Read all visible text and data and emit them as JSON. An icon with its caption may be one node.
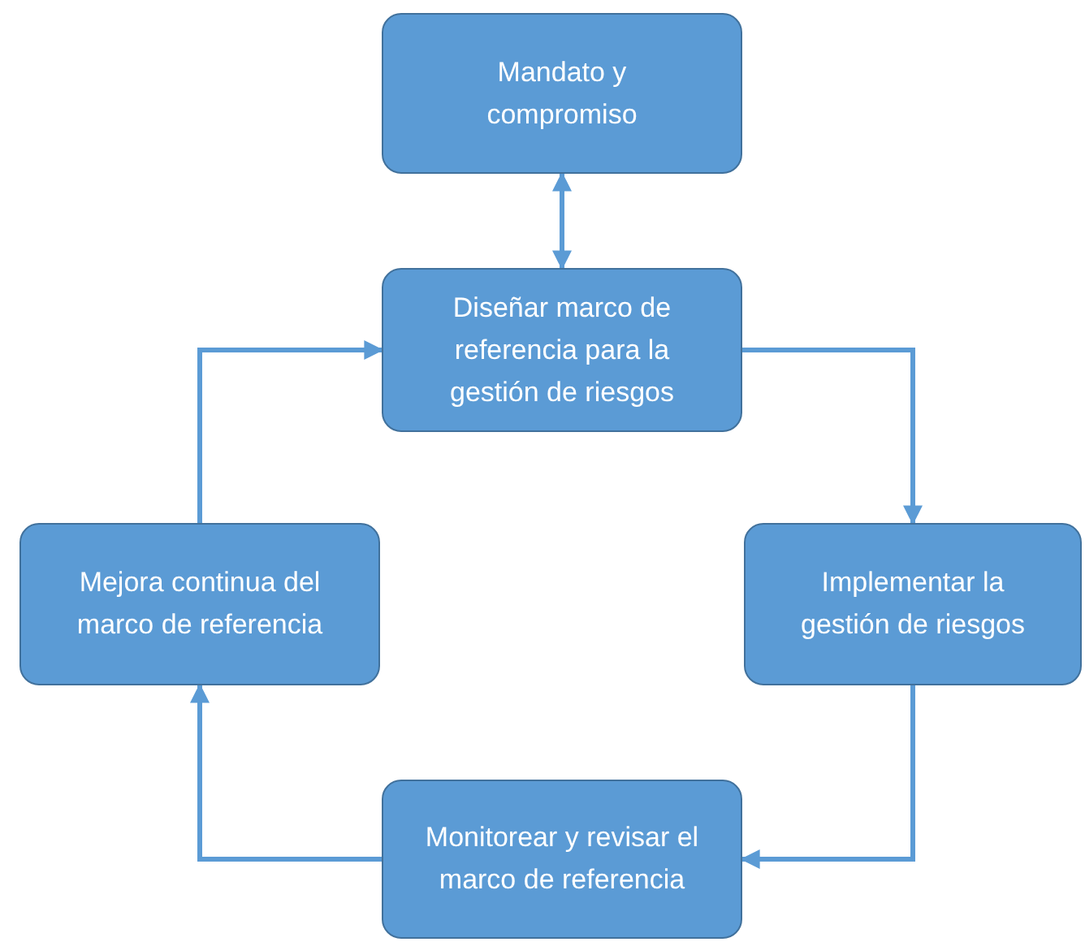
{
  "diagram": {
    "nodes": [
      {
        "text": [
          "Mandato y compromiso"
        ]
      },
      {
        "text": [
          "Diseñar marco de referencia para la gestión de riesgos"
        ]
      },
      {
        "text": [
          "Mejora continua del marco de referencia"
        ]
      },
      {
        "text": [
          "Implementar la gestión de riesgos"
        ]
      },
      {
        "text": [
          "Monitorear y revisar el marco de referencia"
        ]
      }
    ],
    "edges": [
      {
        "from": 0,
        "to": 1,
        "arrow": "both"
      },
      {
        "from": 1,
        "to": 3,
        "arrow": "to"
      },
      {
        "from": 3,
        "to": 4,
        "arrow": "to"
      },
      {
        "from": 4,
        "to": 2,
        "arrow": "to"
      },
      {
        "from": 2,
        "to": 1,
        "arrow": "to"
      }
    ]
  }
}
